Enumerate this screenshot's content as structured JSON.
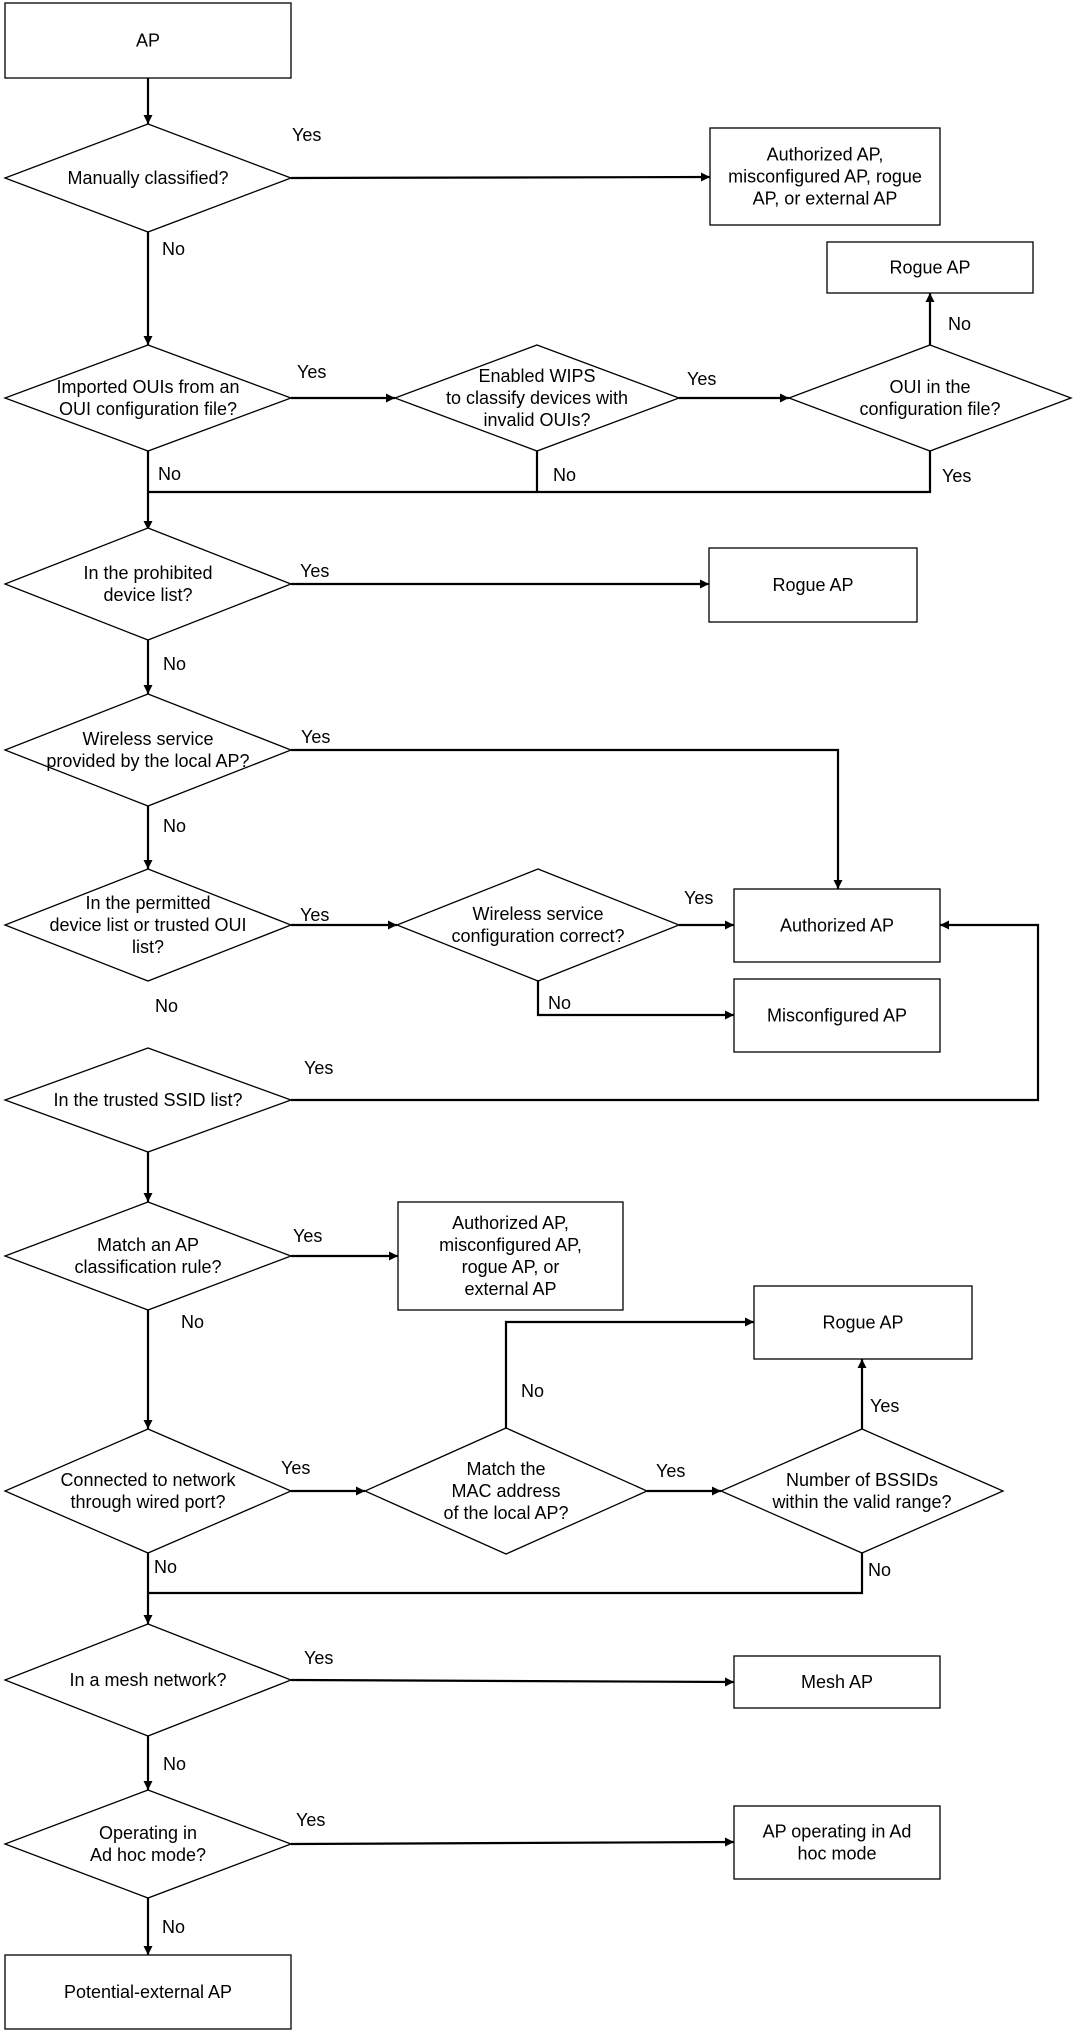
{
  "nodes": {
    "start": {
      "lines": [
        "AP"
      ]
    },
    "q_manual": {
      "lines": [
        "Manually classified?"
      ]
    },
    "r_manual": {
      "lines": [
        "Authorized AP,",
        "misconfigured AP, rogue",
        "AP, or external AP"
      ]
    },
    "q_oui_import": {
      "lines": [
        "Imported OUIs from an",
        "OUI configuration file?"
      ]
    },
    "q_wips": {
      "lines": [
        "Enabled WIPS",
        "to classify devices with",
        "invalid OUIs?"
      ]
    },
    "q_oui_in_file": {
      "lines": [
        "OUI in the",
        "configuration file?"
      ]
    },
    "r_rogue_oui": {
      "lines": [
        "Rogue AP"
      ]
    },
    "q_prohibited": {
      "lines": [
        "In the prohibited",
        "device list?"
      ]
    },
    "r_rogue_prohibited": {
      "lines": [
        "Rogue AP"
      ]
    },
    "q_local_service": {
      "lines": [
        "Wireless service",
        "provided by the local AP?"
      ]
    },
    "q_permitted": {
      "lines": [
        "In the permitted",
        "device list or trusted OUI",
        "list?"
      ]
    },
    "q_service_config": {
      "lines": [
        "Wireless service",
        "configuration correct?"
      ]
    },
    "r_authorized": {
      "lines": [
        "Authorized AP"
      ]
    },
    "r_misconfigured": {
      "lines": [
        "Misconfigured AP"
      ]
    },
    "q_trusted_ssid": {
      "lines": [
        "In the trusted SSID list?"
      ]
    },
    "q_rule": {
      "lines": [
        "Match an AP",
        "classification rule?"
      ]
    },
    "r_rule": {
      "lines": [
        "Authorized AP,",
        "misconfigured AP,",
        "rogue AP, or",
        "external AP"
      ]
    },
    "r_rogue_wired": {
      "lines": [
        "Rogue AP"
      ]
    },
    "q_wired": {
      "lines": [
        "Connected to network",
        "through wired port?"
      ]
    },
    "q_mac": {
      "lines": [
        "Match the",
        "MAC address",
        "of the local AP?"
      ]
    },
    "q_bssid": {
      "lines": [
        "Number of BSSIDs",
        "within the valid range?"
      ]
    },
    "q_mesh": {
      "lines": [
        "In a mesh network?"
      ]
    },
    "r_mesh": {
      "lines": [
        "Mesh AP"
      ]
    },
    "q_adhoc": {
      "lines": [
        "Operating in",
        "Ad hoc mode?"
      ]
    },
    "r_adhoc": {
      "lines": [
        "AP operating in Ad",
        "hoc mode"
      ]
    },
    "r_potential": {
      "lines": [
        "Potential-external AP"
      ]
    }
  },
  "edge_labels": {
    "manual_yes": "Yes",
    "manual_no": "No",
    "oui_yes": "Yes",
    "oui_no": "No",
    "wips_yes": "Yes",
    "wips_no": "No",
    "ouifile_no": "No",
    "ouifile_yes": "Yes",
    "prohibited_yes": "Yes",
    "prohibited_no": "No",
    "local_yes": "Yes",
    "local_no": "No",
    "permitted_yes": "Yes",
    "permitted_no": "No",
    "config_yes": "Yes",
    "config_no": "No",
    "ssid_yes": "Yes",
    "rule_yes": "Yes",
    "rule_no": "No",
    "wired_yes": "Yes",
    "wired_no": "No",
    "mac_yes": "Yes",
    "mac_no": "No",
    "bssid_yes": "Yes",
    "bssid_no": "No",
    "mesh_yes": "Yes",
    "mesh_no": "No",
    "adhoc_yes": "Yes",
    "adhoc_no": "No"
  }
}
